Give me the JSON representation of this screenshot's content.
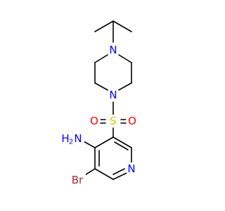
{
  "molecule": {
    "atoms": {
      "n_piperazine_top": {
        "label": "N",
        "color": "#0000ff"
      },
      "n_piperazine_bottom": {
        "label": "N",
        "color": "#0000ff"
      },
      "sulfur": {
        "label": "S",
        "color": "#cccc00"
      },
      "oxygen_left": {
        "label": "O",
        "color": "#ff0000"
      },
      "oxygen_right": {
        "label": "O",
        "color": "#ff0000"
      },
      "amine": {
        "label": "H",
        "sub": "2",
        "suffix": "N",
        "color": "#0000ff"
      },
      "n_pyridine": {
        "label": "N",
        "color": "#0000ff"
      },
      "bromine": {
        "label": "Br",
        "color": "#a52a2a"
      }
    }
  }
}
